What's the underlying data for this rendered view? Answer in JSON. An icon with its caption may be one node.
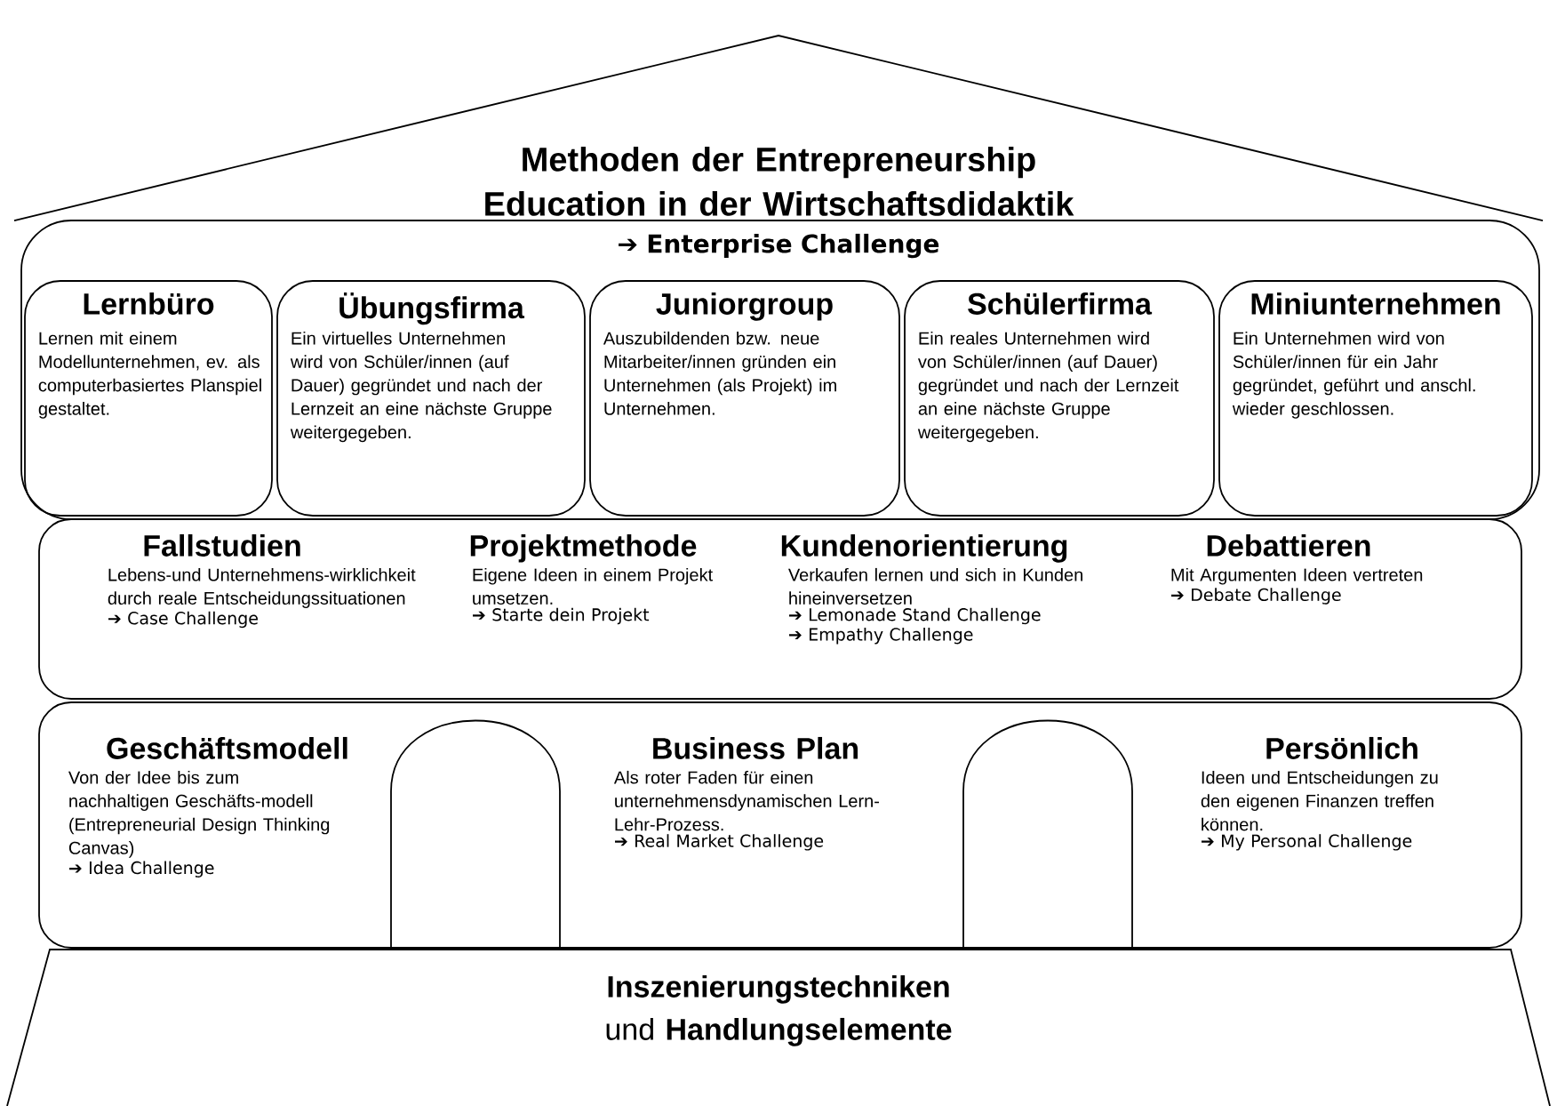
{
  "diagram": {
    "nodes": [
      {
        "text": [
          "Methoden der Entrepreneurship Education in der Wirtschaftsdidaktik"
        ]
      },
      {
        "text": [
          "➔ Enterprise Challenge"
        ]
      },
      {
        "text": [
          "Lernbüro",
          "Lernen mit einem Modellunternehmen, ev. als computerbasiertes Planspiel gestaltet."
        ],
        "in": 1
      },
      {
        "text": [
          "Übungsfirma",
          "Ein virtuelles Unternehmen wird von Schüler/innen (auf Dauer) gegründet und nach der Lernzeit an eine nächste Gruppe weitergegeben."
        ],
        "in": 1
      },
      {
        "text": [
          "Juniorgroup",
          "Auszubildenden bzw. neue Mitarbeiter/innen gründen ein Unternehmen (als Projekt) im Unternehmen."
        ],
        "in": 1
      },
      {
        "text": [
          "Schülerfirma",
          "Ein reales Unternehmen wird von Schüler/innen (auf Dauer) gegründet und nach der Lernzeit an eine nächste Gruppe weitergegeben."
        ],
        "in": 1
      },
      {
        "text": [
          "Miniunternehmen",
          "Ein Unternehmen wird von Schüler/innen für ein Jahr gegründet, geführt und anschl. wieder geschlossen."
        ],
        "in": 1
      },
      {
        "text": [
          "Fallstudien",
          "Lebens-und Unternehmens-wirklichkeit durch reale Entscheidungssituationen",
          "➔ Case Challenge",
          "Projektmethode",
          "Eigene Ideen in einem Projekt umsetzen.",
          "➔ Starte dein Projekt",
          "Kundenorientierung",
          "Verkaufen lernen und sich in Kunden hineinversetzen",
          "➔ Lemonade Stand Challenge",
          "➔ Empathy Challenge",
          "Debattieren",
          "Mit Argumenten Ideen vertreten",
          "➔ Debate Challenge"
        ]
      },
      {
        "text": [
          "Geschäftsmodell",
          "Von der Idee bis zum nachhaltigen Geschäfts-modell (Entrepreneurial Design Thinking Canvas)",
          "➔ Idea Challenge",
          "Business Plan",
          "Als roter Faden für einen unternehmensdynamischen Lern-Lehr-Prozess.",
          "➔ Real Market Challenge",
          "Persönlich",
          "Ideen und Entscheidungen zu den eigenen Finanzen treffen können.",
          "➔ My Personal Challenge"
        ]
      },
      {
        "text": [],
        "shape": "arch",
        "in": 8
      },
      {
        "text": [],
        "shape": "arch",
        "in": 8
      },
      {
        "text": [
          "**Inszenierungstechniken** und **Handlungselemente**"
        ]
      }
    ]
  }
}
